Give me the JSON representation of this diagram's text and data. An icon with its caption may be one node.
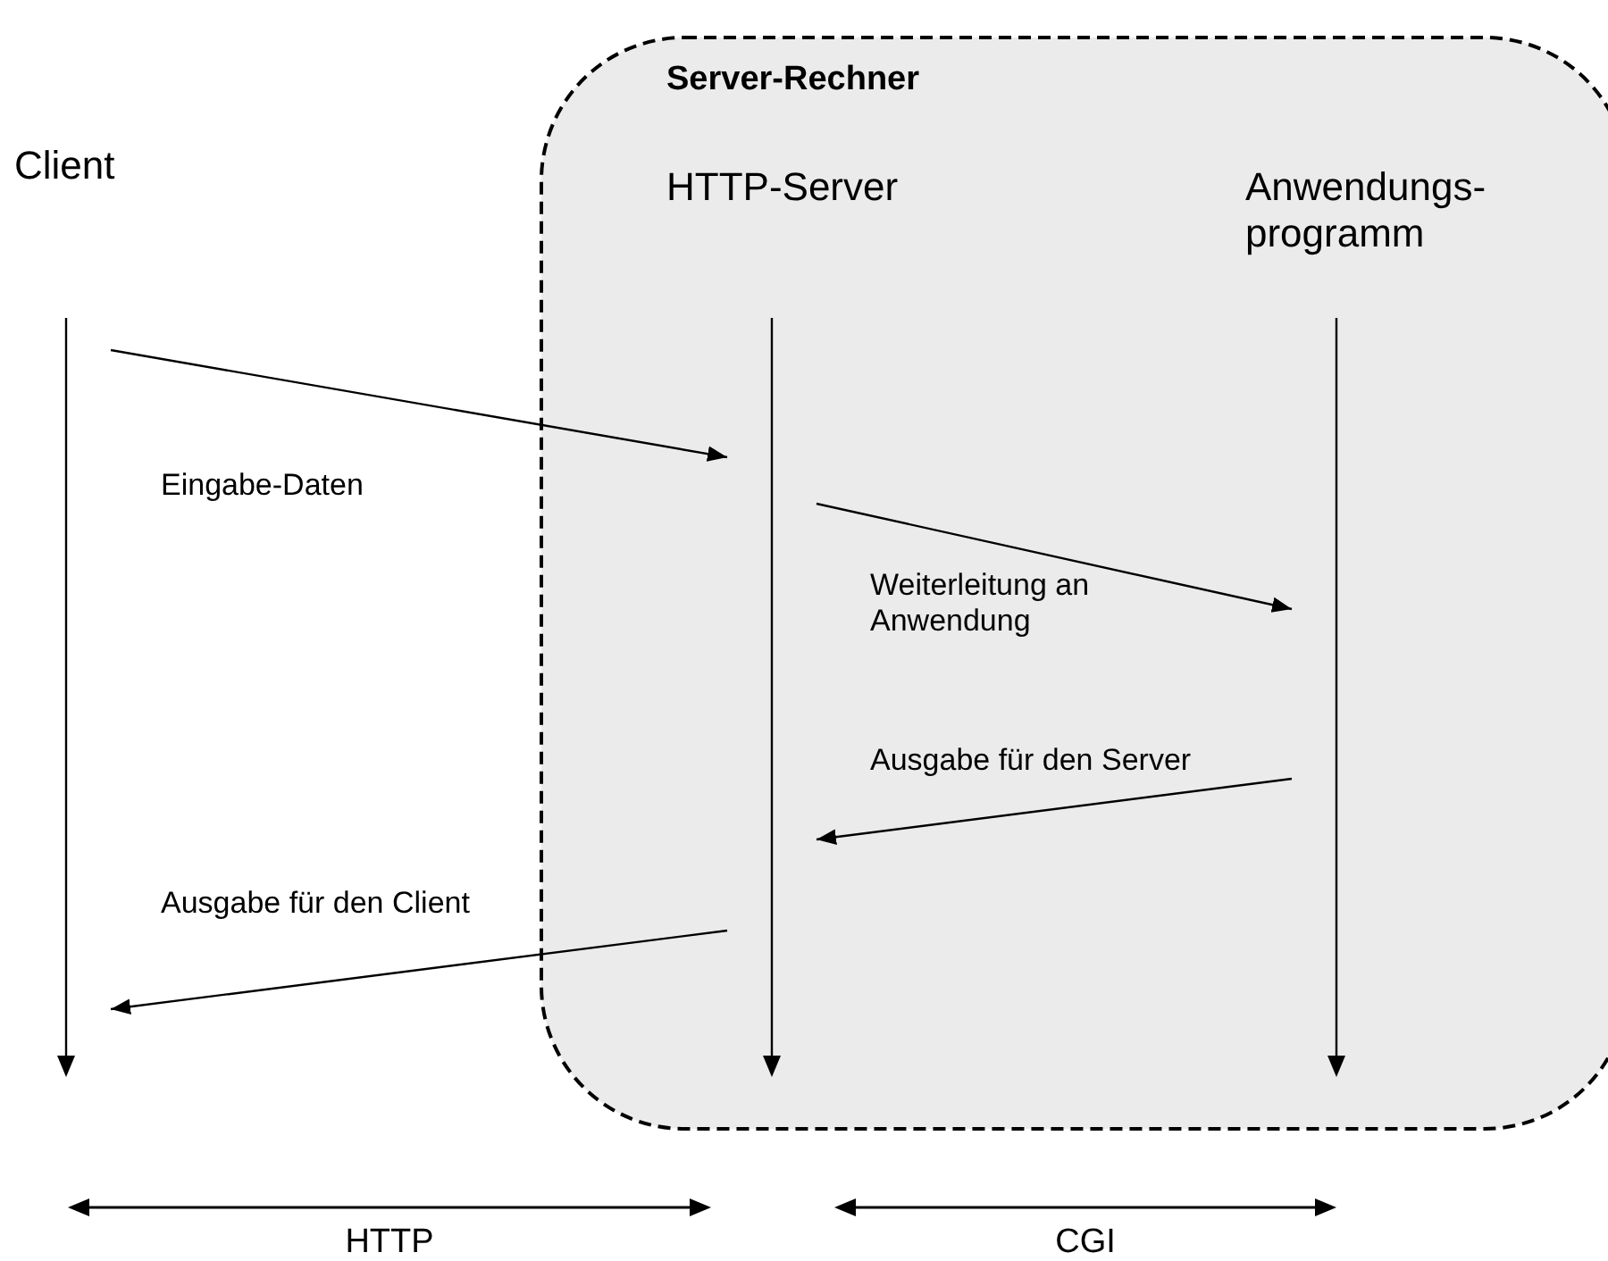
{
  "diagram": {
    "nodes": [
      {
        "text": [
          "Server-Rechner"
        ]
      },
      {
        "text": [
          "Client"
        ]
      },
      {
        "text": [
          "HTTP-Server"
        ],
        "in": 0
      },
      {
        "text": [
          "Anwendungs-programm"
        ],
        "in": 0
      },
      {
        "text": [],
        "shape": "bar"
      },
      {
        "text": [],
        "shape": "bar",
        "in": 0
      },
      {
        "text": [],
        "shape": "bar",
        "in": 0
      }
    ],
    "edges": [
      {
        "from": 4,
        "to": 5,
        "arrow": "to",
        "label": "Eingabe-Daten"
      },
      {
        "from": 5,
        "to": 6,
        "arrow": "to",
        "label": "Weiterleitung an Anwendung"
      },
      {
        "from": 6,
        "to": 5,
        "arrow": "to",
        "label": "Ausgabe für den Server"
      },
      {
        "from": 5,
        "to": 4,
        "arrow": "to",
        "label": "Ausgabe für den Client"
      }
    ],
    "labels": [
      "HTTP",
      "CGI"
    ]
  }
}
